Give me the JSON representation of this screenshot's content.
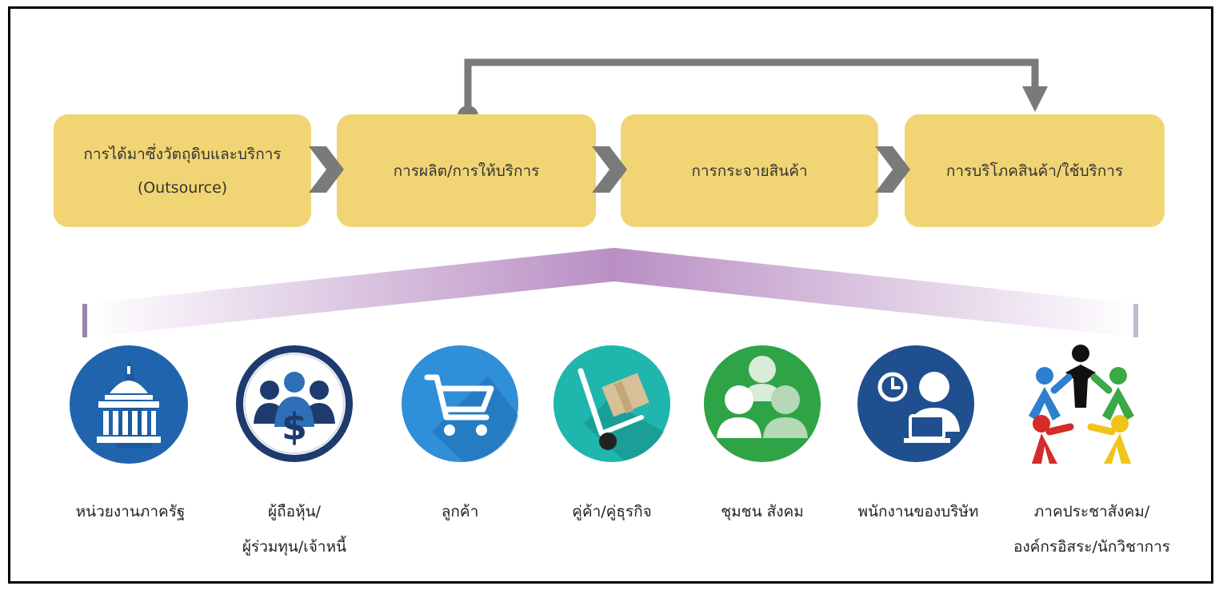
{
  "stages": [
    {
      "line1": "การได้มาซึ่งวัตถุดิบและบริการ",
      "line2": "(Outsource)"
    },
    {
      "line1": "การผลิต/การให้บริการ"
    },
    {
      "line1": "การกระจายสินค้า"
    },
    {
      "line1": "การบริโภคสินค้า/ใช้บริการ"
    }
  ],
  "stakeholders": [
    {
      "line1": "หน่วยงานภาครัฐ",
      "icon": "government-building-icon"
    },
    {
      "line1": "ผู้ถือหุ้น/",
      "line2": "ผู้ร่วมทุน/เจ้าหนี้",
      "icon": "shareholders-dollar-icon"
    },
    {
      "line1": "ลูกค้า",
      "icon": "shopping-cart-icon"
    },
    {
      "line1": "คู่ค้า/คู่ธุรกิจ",
      "icon": "hand-truck-box-icon"
    },
    {
      "line1": "ชุมชน สังคม",
      "icon": "community-people-icon"
    },
    {
      "line1": "พนักงานของบริษัท",
      "icon": "employee-laptop-icon"
    },
    {
      "line1": "ภาคประชาสังคม/",
      "line2": "องค์กรอิสระ/นักวิชาการ",
      "icon": "people-circle-icon"
    }
  ],
  "colors": {
    "stage_box": "#f1d574",
    "chevron": "#7a7a7a",
    "connector": "#7a7a7a",
    "fan": "#b98fc4"
  }
}
